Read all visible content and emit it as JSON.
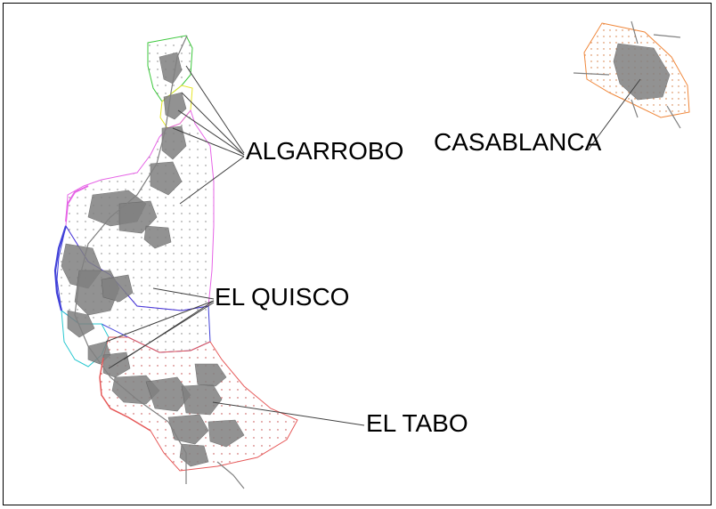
{
  "labels": {
    "algarrobo": "ALGARROBO",
    "casablanca": "CASABLANCA",
    "el_quisco": "EL QUISCO",
    "el_tabo": "EL TABO"
  },
  "colors": {
    "algarrobo_north": "#3cc83c",
    "algarrobo_mid": "#e6e628",
    "algarrobo_south": "#e664e6",
    "el_quisco": "#4040d8",
    "el_quisco_coast": "#28c8d0",
    "el_tabo": "#e65a5a",
    "casablanca": "#f0883c",
    "urban": "#808080",
    "leader": "#404040"
  }
}
